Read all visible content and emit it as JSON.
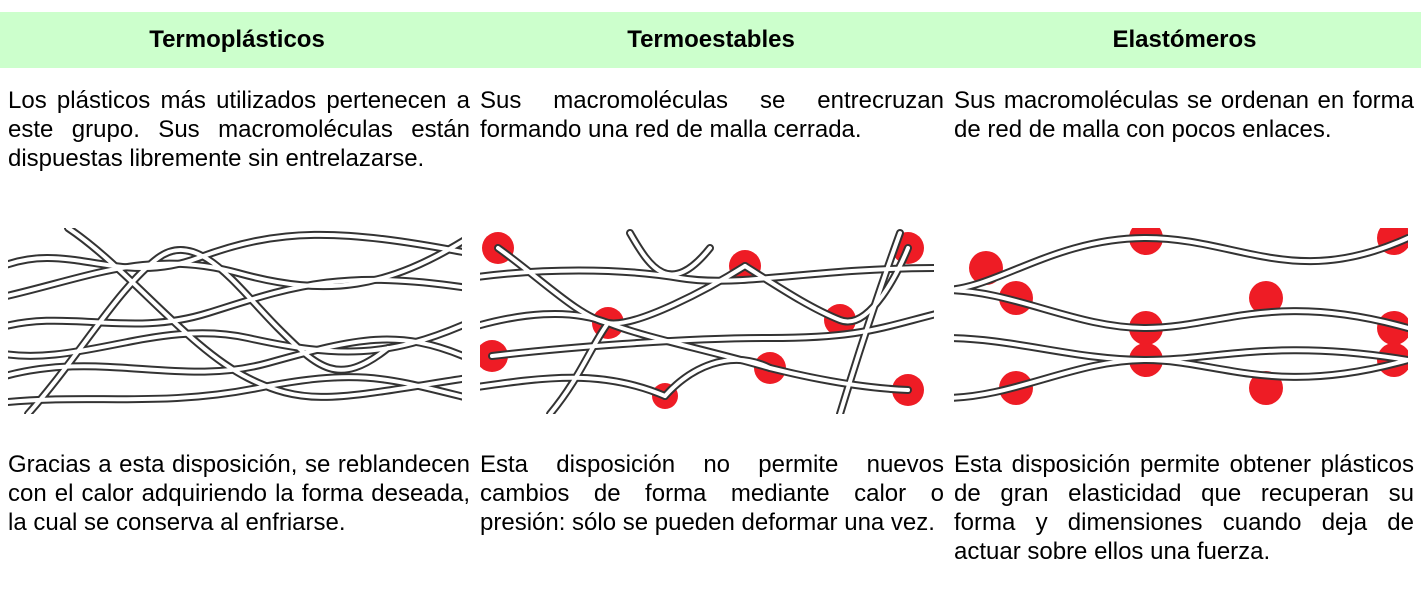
{
  "columns": [
    {
      "title": "Termoplásticos",
      "description": "Los plásticos más utilizados pertenecen a este grupo. Sus macromoléculas están dispuestas libremente sin entrelazarse.",
      "footer": "Gracias a esta disposición, se reblandecen con el calor adquiriendo la forma deseada, la cual se conserva al enfriarse.",
      "diagram": "tangled-chains-diagram"
    },
    {
      "title": "Termoestables",
      "description": "Sus macromoléculas se entrecruzan formando una red de malla cerrada.",
      "footer": "Esta disposición no permite nuevos cambios de forma mediante calor o presión: sólo se pueden deformar una vez.",
      "diagram": "crosslinked-network-diagram"
    },
    {
      "title": "Elastómeros",
      "description": "Sus macromoléculas se ordenan en forma de red de malla con pocos enlaces.",
      "footer": "Esta disposición permite obtener plásticos de gran elasticidad que recuperan su forma y dimensiones cuando deja de actuar sobre ellos una fuerza.",
      "diagram": "sparse-mesh-diagram"
    }
  ],
  "colors": {
    "header_bg": "#ccffcc",
    "node_red": "#ee1c25",
    "chain_stroke": "#333333"
  }
}
